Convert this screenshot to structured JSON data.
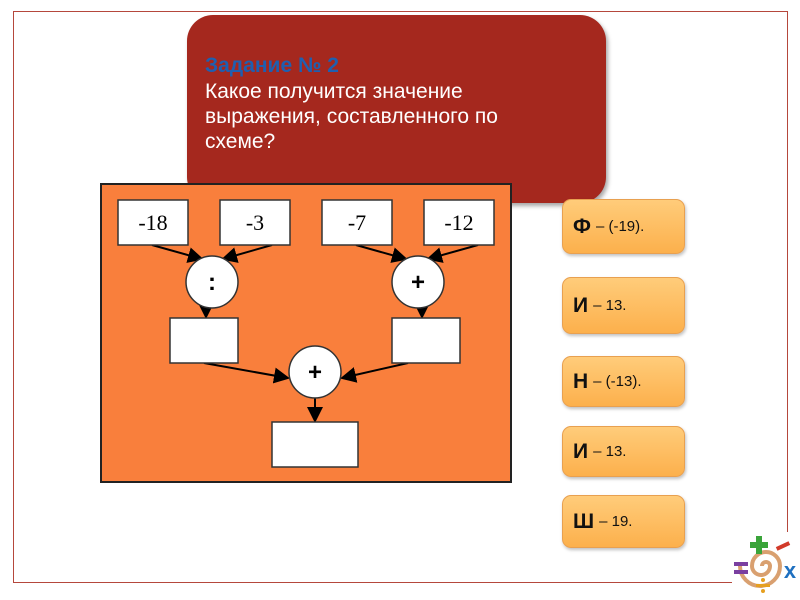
{
  "task": {
    "title": "Задание № 2",
    "question": "Какое получится значение выражения, составленного по схеме?"
  },
  "diagram": {
    "inputs": [
      "-18",
      "-3",
      "-7",
      "-12"
    ],
    "operations": [
      ":",
      "+",
      "+"
    ]
  },
  "answers": [
    {
      "letter": "Ф",
      "value": "– (-19)."
    },
    {
      "letter": "И",
      "value": "–  13."
    },
    {
      "letter": "Н",
      "value": "–  (-13)."
    },
    {
      "letter": "И",
      "value": "–  13."
    },
    {
      "letter": "Ш",
      "value": "– 19."
    }
  ],
  "colors": {
    "task_bg": "#a5281e",
    "title": "#1f5fb0",
    "diagram_bg": "#f97f3c",
    "answer_bg": "#fcb04c",
    "frame": "#b5473c"
  }
}
